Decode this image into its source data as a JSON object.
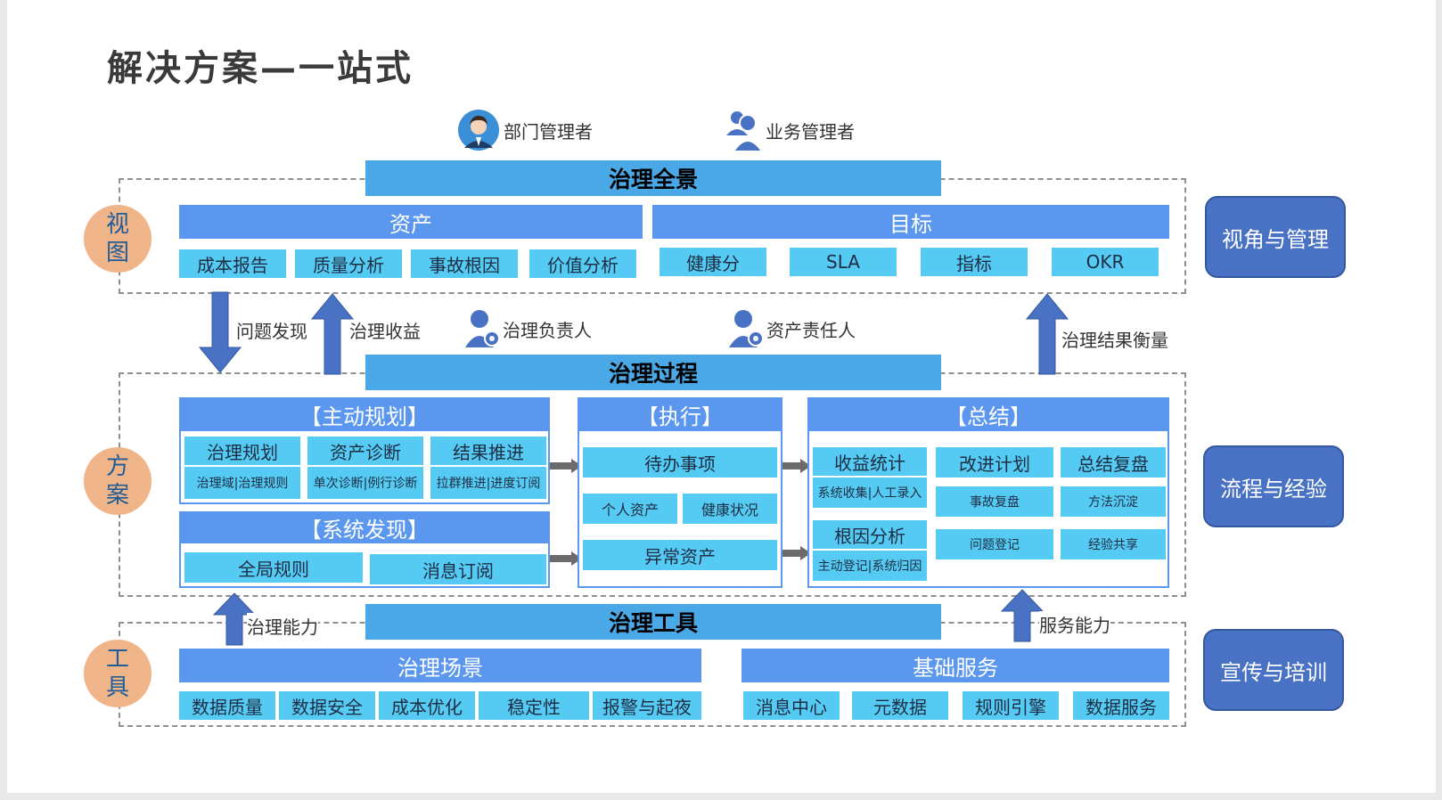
{
  "title": "解决方案—一站式",
  "roles": {
    "dept_manager": "部门管理者",
    "biz_manager": "业务管理者",
    "gov_owner": "治理负责人",
    "asset_owner": "资产责任人"
  },
  "circles": {
    "view": [
      "视",
      "图"
    ],
    "solution": [
      "方",
      "案"
    ],
    "tools": [
      "工",
      "具"
    ]
  },
  "bands": {
    "overview": "治理全景",
    "process": "治理过程",
    "tools": "治理工具"
  },
  "view": {
    "assets_header": "资产",
    "assets_items": [
      "成本报告",
      "质量分析",
      "事故根因",
      "价值分析"
    ],
    "goals_header": "目标",
    "goals_items": [
      "健康分",
      "SLA",
      "指标",
      "OKR"
    ]
  },
  "arrows": {
    "issue_found": "问题发现",
    "gov_benefit": "治理收益",
    "result_measure": "治理结果衡量",
    "gov_capability": "治理能力",
    "service_capability": "服务能力"
  },
  "process": {
    "active_plan": {
      "header": "【主动规划】",
      "items": [
        {
          "label": "治理规划",
          "sub": "治理域|治理规则"
        },
        {
          "label": "资产诊断",
          "sub": "单次诊断|例行诊断"
        },
        {
          "label": "结果推进",
          "sub": "拉群推进|进度订阅"
        }
      ]
    },
    "system_find": {
      "header": "【系统发现】",
      "items": [
        "全局规则",
        "消息订阅"
      ]
    },
    "execute": {
      "header": "【执行】",
      "todo": "待办事项",
      "personal_assets": "个人资产",
      "health_status": "健康状况",
      "abnormal_assets": "异常资产"
    },
    "summary": {
      "header": "【总结】",
      "revenue_stats": "收益统计",
      "revenue_sub": "系统收集|人工录入",
      "improve_plan": "改进计划",
      "review": "总结复盘",
      "root_cause": "根因分析",
      "root_sub": "主动登记|系统归因",
      "incident_review": "事故复盘",
      "method": "方法沉淀",
      "issue_register": "问题登记",
      "experience_share": "经验共享"
    }
  },
  "tools": {
    "scenes_header": "治理场景",
    "scenes_items": [
      "数据质量",
      "数据安全",
      "成本优化",
      "稳定性",
      "报警与起夜"
    ],
    "base_header": "基础服务",
    "base_items": [
      "消息中心",
      "元数据",
      "规则引擎",
      "数据服务"
    ]
  },
  "side_boxes": [
    "视角与管理",
    "流程与经验",
    "宣传与培训"
  ],
  "colors": {
    "band": "#4aa8e6",
    "header": "#5b97ee",
    "cell": "#55cbf3",
    "arrow": "#4a72c4",
    "circle": "#f0b489",
    "side_box": "#4a72c4"
  }
}
